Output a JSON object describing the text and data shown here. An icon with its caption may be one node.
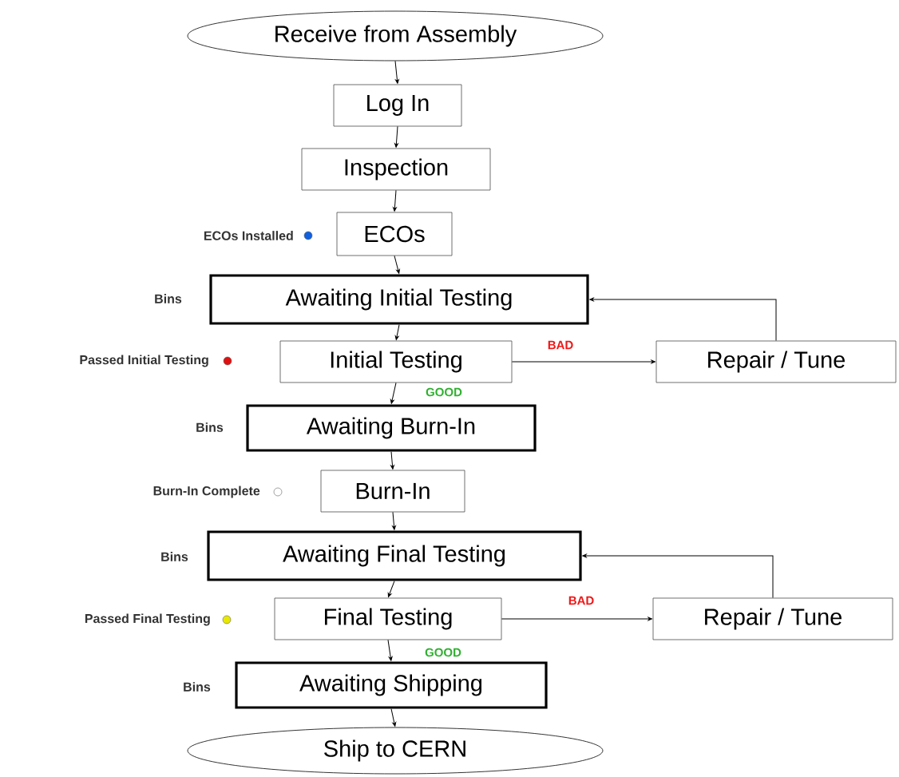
{
  "diagram": {
    "nodes": [
      {
        "text": [
          "Receive from Assembly"
        ]
      },
      {
        "text": [
          "Log In"
        ]
      },
      {
        "text": [
          "Inspection"
        ]
      },
      {
        "text": [
          "ECOs"
        ],
        "beside": [
          "ECOs Installed"
        ]
      },
      {
        "text": [
          "Awaiting Initial Testing"
        ],
        "beside": [
          "Bins"
        ]
      },
      {
        "text": [
          "Initial Testing"
        ]
      },
      {
        "text": [
          "Repair / Tune"
        ]
      },
      {
        "text": [
          "Awaiting Burn-In"
        ],
        "beside": [
          "Bins"
        ]
      },
      {
        "text": [
          "Burn-In"
        ]
      },
      {
        "text": [
          "Awaiting Final Testing"
        ],
        "beside": [
          "Bins"
        ]
      },
      {
        "text": [
          "Final Testing"
        ]
      },
      {
        "text": [
          "Repair / Tune"
        ]
      },
      {
        "text": [
          "Awaiting Shipping"
        ],
        "beside": [
          "Bins"
        ]
      },
      {
        "text": [
          "Ship to CERN"
        ]
      }
    ],
    "edges": [
      {
        "from": 0,
        "to": 1,
        "arrow": "to"
      },
      {
        "from": 1,
        "to": 2,
        "arrow": "to"
      },
      {
        "from": 2,
        "to": 3,
        "arrow": "to"
      },
      {
        "from": 3,
        "to": 4,
        "arrow": "to"
      },
      {
        "from": 4,
        "to": 5,
        "arrow": "to"
      },
      {
        "from": 5,
        "to": 6,
        "arrow": "to",
        "label": "BAD"
      },
      {
        "from": 6,
        "to": 4,
        "arrow": "to"
      },
      {
        "from": 5,
        "to": 7,
        "arrow": "to",
        "label": "GOOD"
      },
      {
        "from": 7,
        "to": 8,
        "arrow": "to"
      },
      {
        "from": 8,
        "to": 9,
        "arrow": "to"
      },
      {
        "from": 9,
        "to": 10,
        "arrow": "to"
      },
      {
        "from": 10,
        "to": 11,
        "arrow": "to",
        "label": "BAD"
      },
      {
        "from": 11,
        "to": 9,
        "arrow": "to"
      },
      {
        "from": 10,
        "to": 12,
        "arrow": "to",
        "label": "GOOD"
      },
      {
        "from": 12,
        "to": 13,
        "arrow": "to"
      }
    ],
    "labels": [
      "Passed Initial Testing",
      "Burn-In Complete",
      "Passed Final Testing"
    ]
  }
}
